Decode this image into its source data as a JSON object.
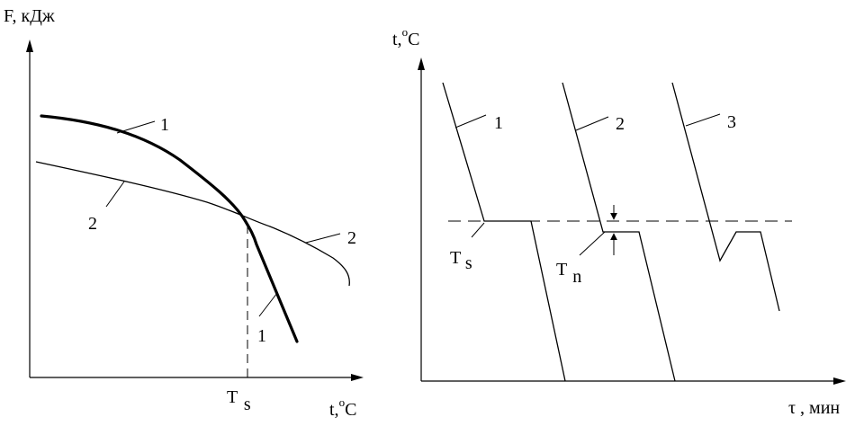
{
  "left_chart": {
    "y_axis_label": "F, кДж",
    "x_axis_label_pre": "t,",
    "x_axis_label_sup": "o",
    "x_axis_label_post": "C",
    "ts_main": "T",
    "ts_sub": "s",
    "curve1_labels": [
      "1",
      "1"
    ],
    "curve2_labels": [
      "2",
      "2"
    ]
  },
  "right_chart": {
    "y_axis_label_pre": "t,",
    "y_axis_label_sup": "o",
    "y_axis_label_post": "C",
    "x_axis_label": "τ , мин",
    "curve_labels": [
      "1",
      "2",
      "3"
    ],
    "ts_main": "T",
    "ts_sub": "s",
    "tn_main": "T",
    "tn_sub": "n"
  }
}
